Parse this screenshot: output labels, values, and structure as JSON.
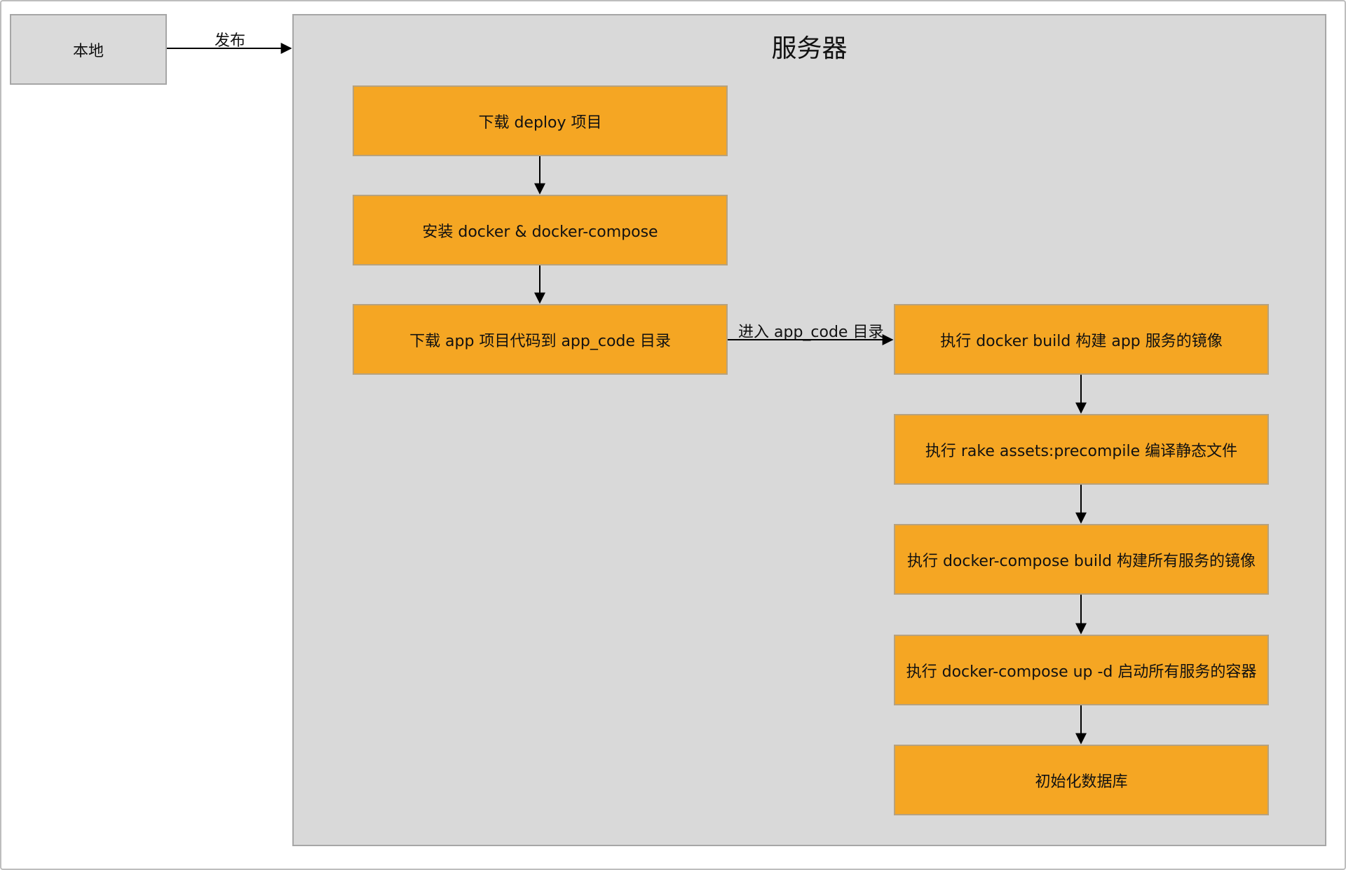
{
  "local": {
    "label": "本地"
  },
  "edges": {
    "publish_label": "发布",
    "enter_label": "进入 app_code 目录"
  },
  "server": {
    "title": "服务器",
    "steps": [
      "下载 deploy 项目",
      "安装 docker & docker-compose",
      "下载 app 项目代码到 app_code 目录",
      "执行 docker build 构建 app 服务的镜像",
      "执行 rake assets:precompile 编译静态文件",
      "执行 docker-compose build 构建所有服务的镜像",
      "执行 docker-compose up -d 启动所有服务的容器",
      "初始化数据库"
    ]
  },
  "colors": {
    "step_fill": "#f5a623",
    "container_fill": "#d9d9d9",
    "border": "#a6a6a6"
  }
}
